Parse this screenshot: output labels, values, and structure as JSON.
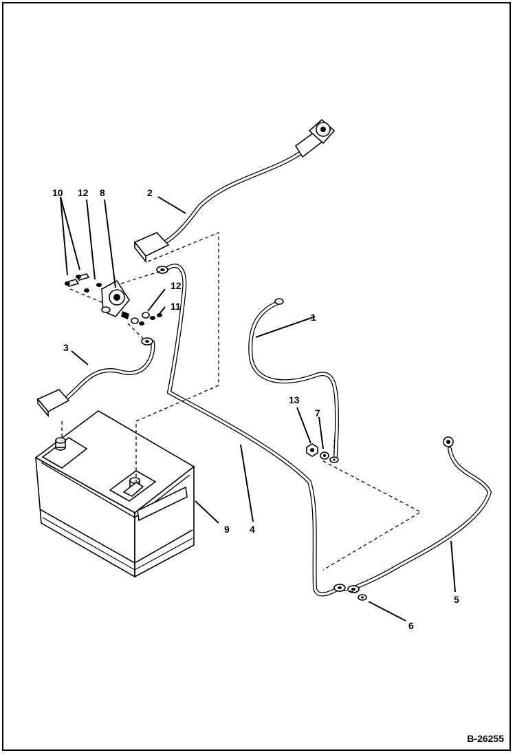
{
  "figure_number": "B-26255",
  "callouts": {
    "c1": "1",
    "c2": "2",
    "c3": "3",
    "c4": "4",
    "c5": "5",
    "c6": "6",
    "c7": "7",
    "c8": "8",
    "c9": "9",
    "c10": "10",
    "c11": "11",
    "c12a": "12",
    "c12b": "12",
    "c13": "13"
  }
}
